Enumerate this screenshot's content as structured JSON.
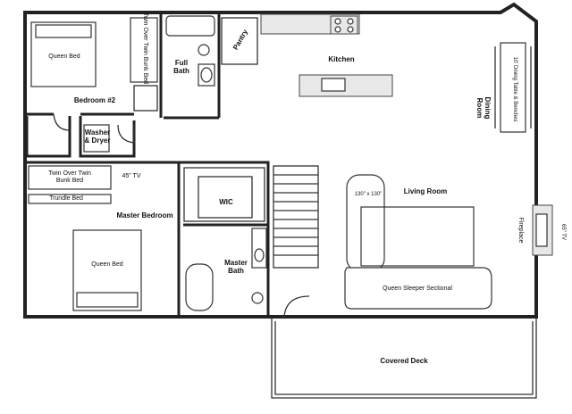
{
  "rooms": {
    "bedroom2": "Bedroom #2",
    "full_bath": "Full\nBath",
    "pantry": "Pantry",
    "kitchen": "Kitchen",
    "dining_room": "Dining\nRoom",
    "washer_dryer": "Washer\n& Dryer",
    "master_bedroom": "Master Bedroom",
    "wic": "WIC",
    "master_bath": "Master\nBath",
    "living_room": "Living Room",
    "fireplace": "Fireplace",
    "covered_deck": "Covered Deck"
  },
  "furniture": {
    "queen_bed_1": "Queen Bed",
    "bunk_bed_1": "Twin Over Twin\nBunk Bed",
    "dining_table": "10' Dining Table & Benches",
    "bunk_bed_2": "Twin Over Twin\nBunk Bed",
    "tv_master": "45\" TV",
    "trundle_bed": "Trundle Bed",
    "queen_bed_2": "Queen Bed",
    "rug": "130\" x 130\"",
    "sectional": "Queen Sleeper Sectional",
    "tv_living": "65\" TV"
  },
  "colors": {
    "wall": "#222222",
    "background": "#ffffff"
  }
}
